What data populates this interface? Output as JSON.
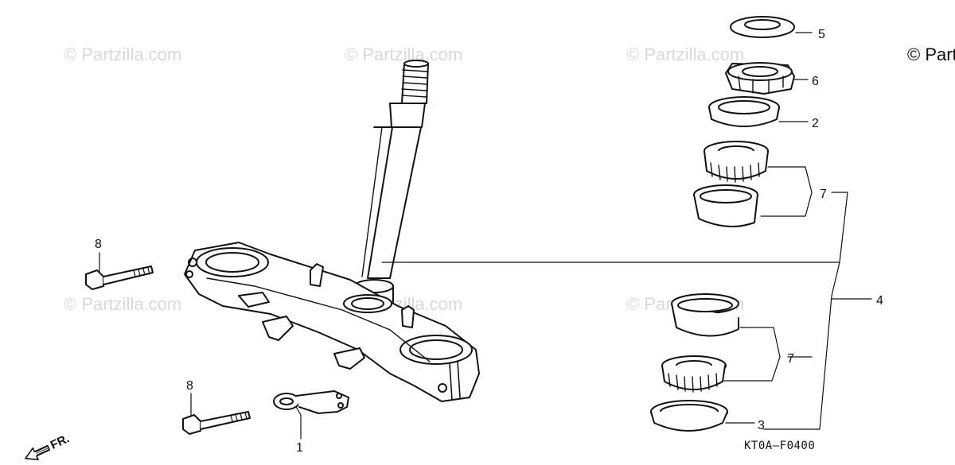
{
  "watermarks": [
    "© Partzilla.com",
    "© Partzilla.com",
    "© Partzilla.com",
    "© Partzilla.com",
    "© Partzilla.com",
    "© Partzilla.com"
  ],
  "corner_watermark": "© Partzilla.com",
  "diagram_code": "KT0A—F0400",
  "direction_label": "FR.",
  "callouts": {
    "c5": "5",
    "c6": "6",
    "c2": "2",
    "c7a": "7",
    "c4": "4",
    "c7b": "7",
    "c3": "3",
    "c8a": "8",
    "c8b": "8",
    "c1": "1"
  }
}
